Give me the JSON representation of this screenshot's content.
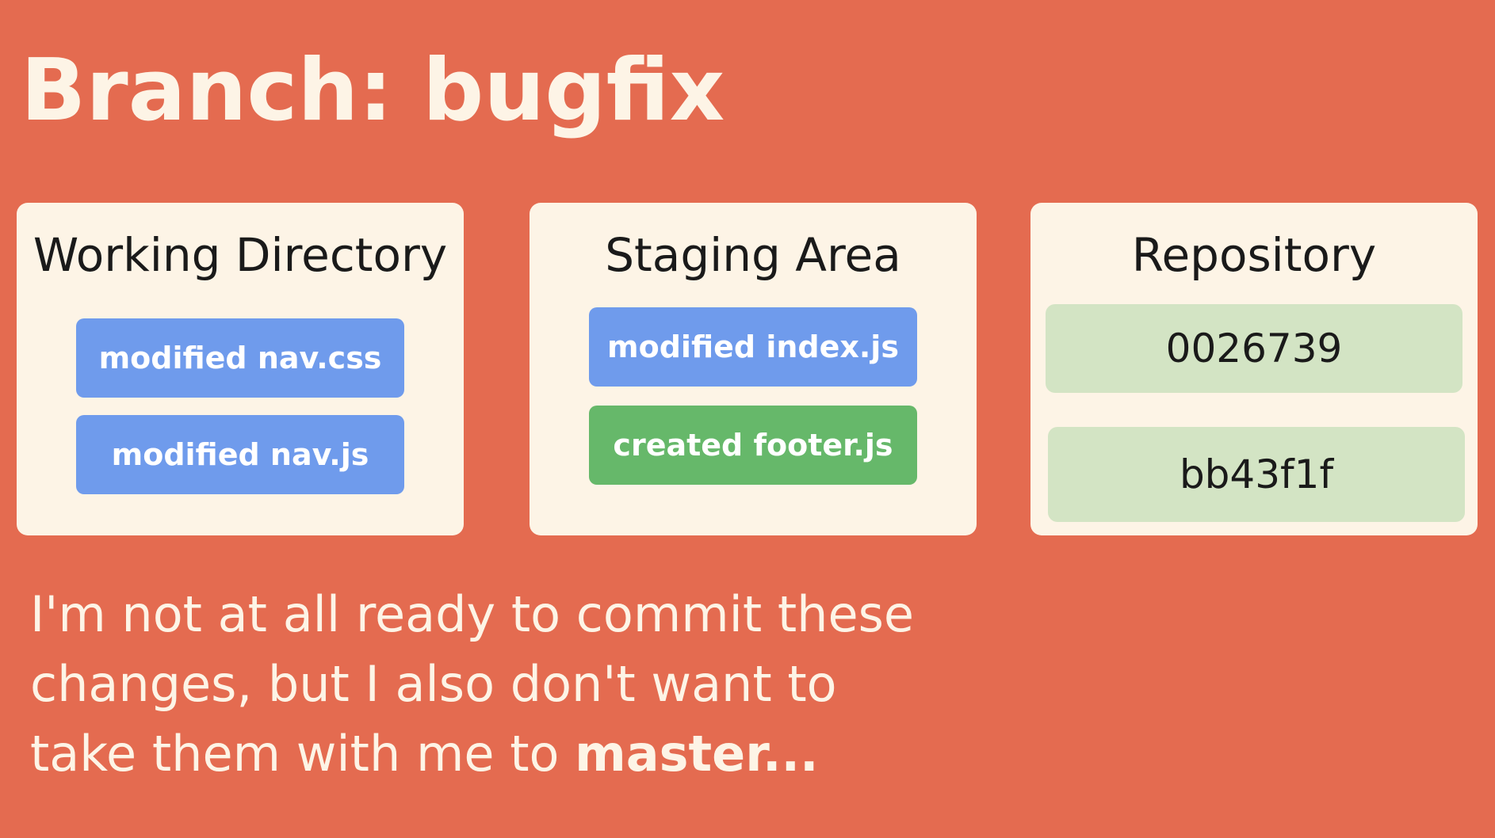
{
  "title": "Branch: bugfix",
  "panels": {
    "working_directory": {
      "title": "Working Directory",
      "items": [
        "modified nav.css",
        "modified nav.js"
      ]
    },
    "staging_area": {
      "title": "Staging Area",
      "items": [
        "modified index.js",
        "created footer.js"
      ]
    },
    "repository": {
      "title": "Repository",
      "commits": [
        "0026739",
        "bb43f1f"
      ]
    }
  },
  "message": {
    "line1": "I'm not at all ready to commit these",
    "line2": "changes, but I also don't want to",
    "line3_prefix": "take them with me to ",
    "line3_branch": "master",
    "line3_suffix": "..."
  },
  "colors": {
    "background": "#e46b50",
    "panel": "#fdf4e6",
    "modified_chip": "#6f9bec",
    "created_chip": "#66b86a",
    "commit_chip": "#d3e4c4"
  }
}
